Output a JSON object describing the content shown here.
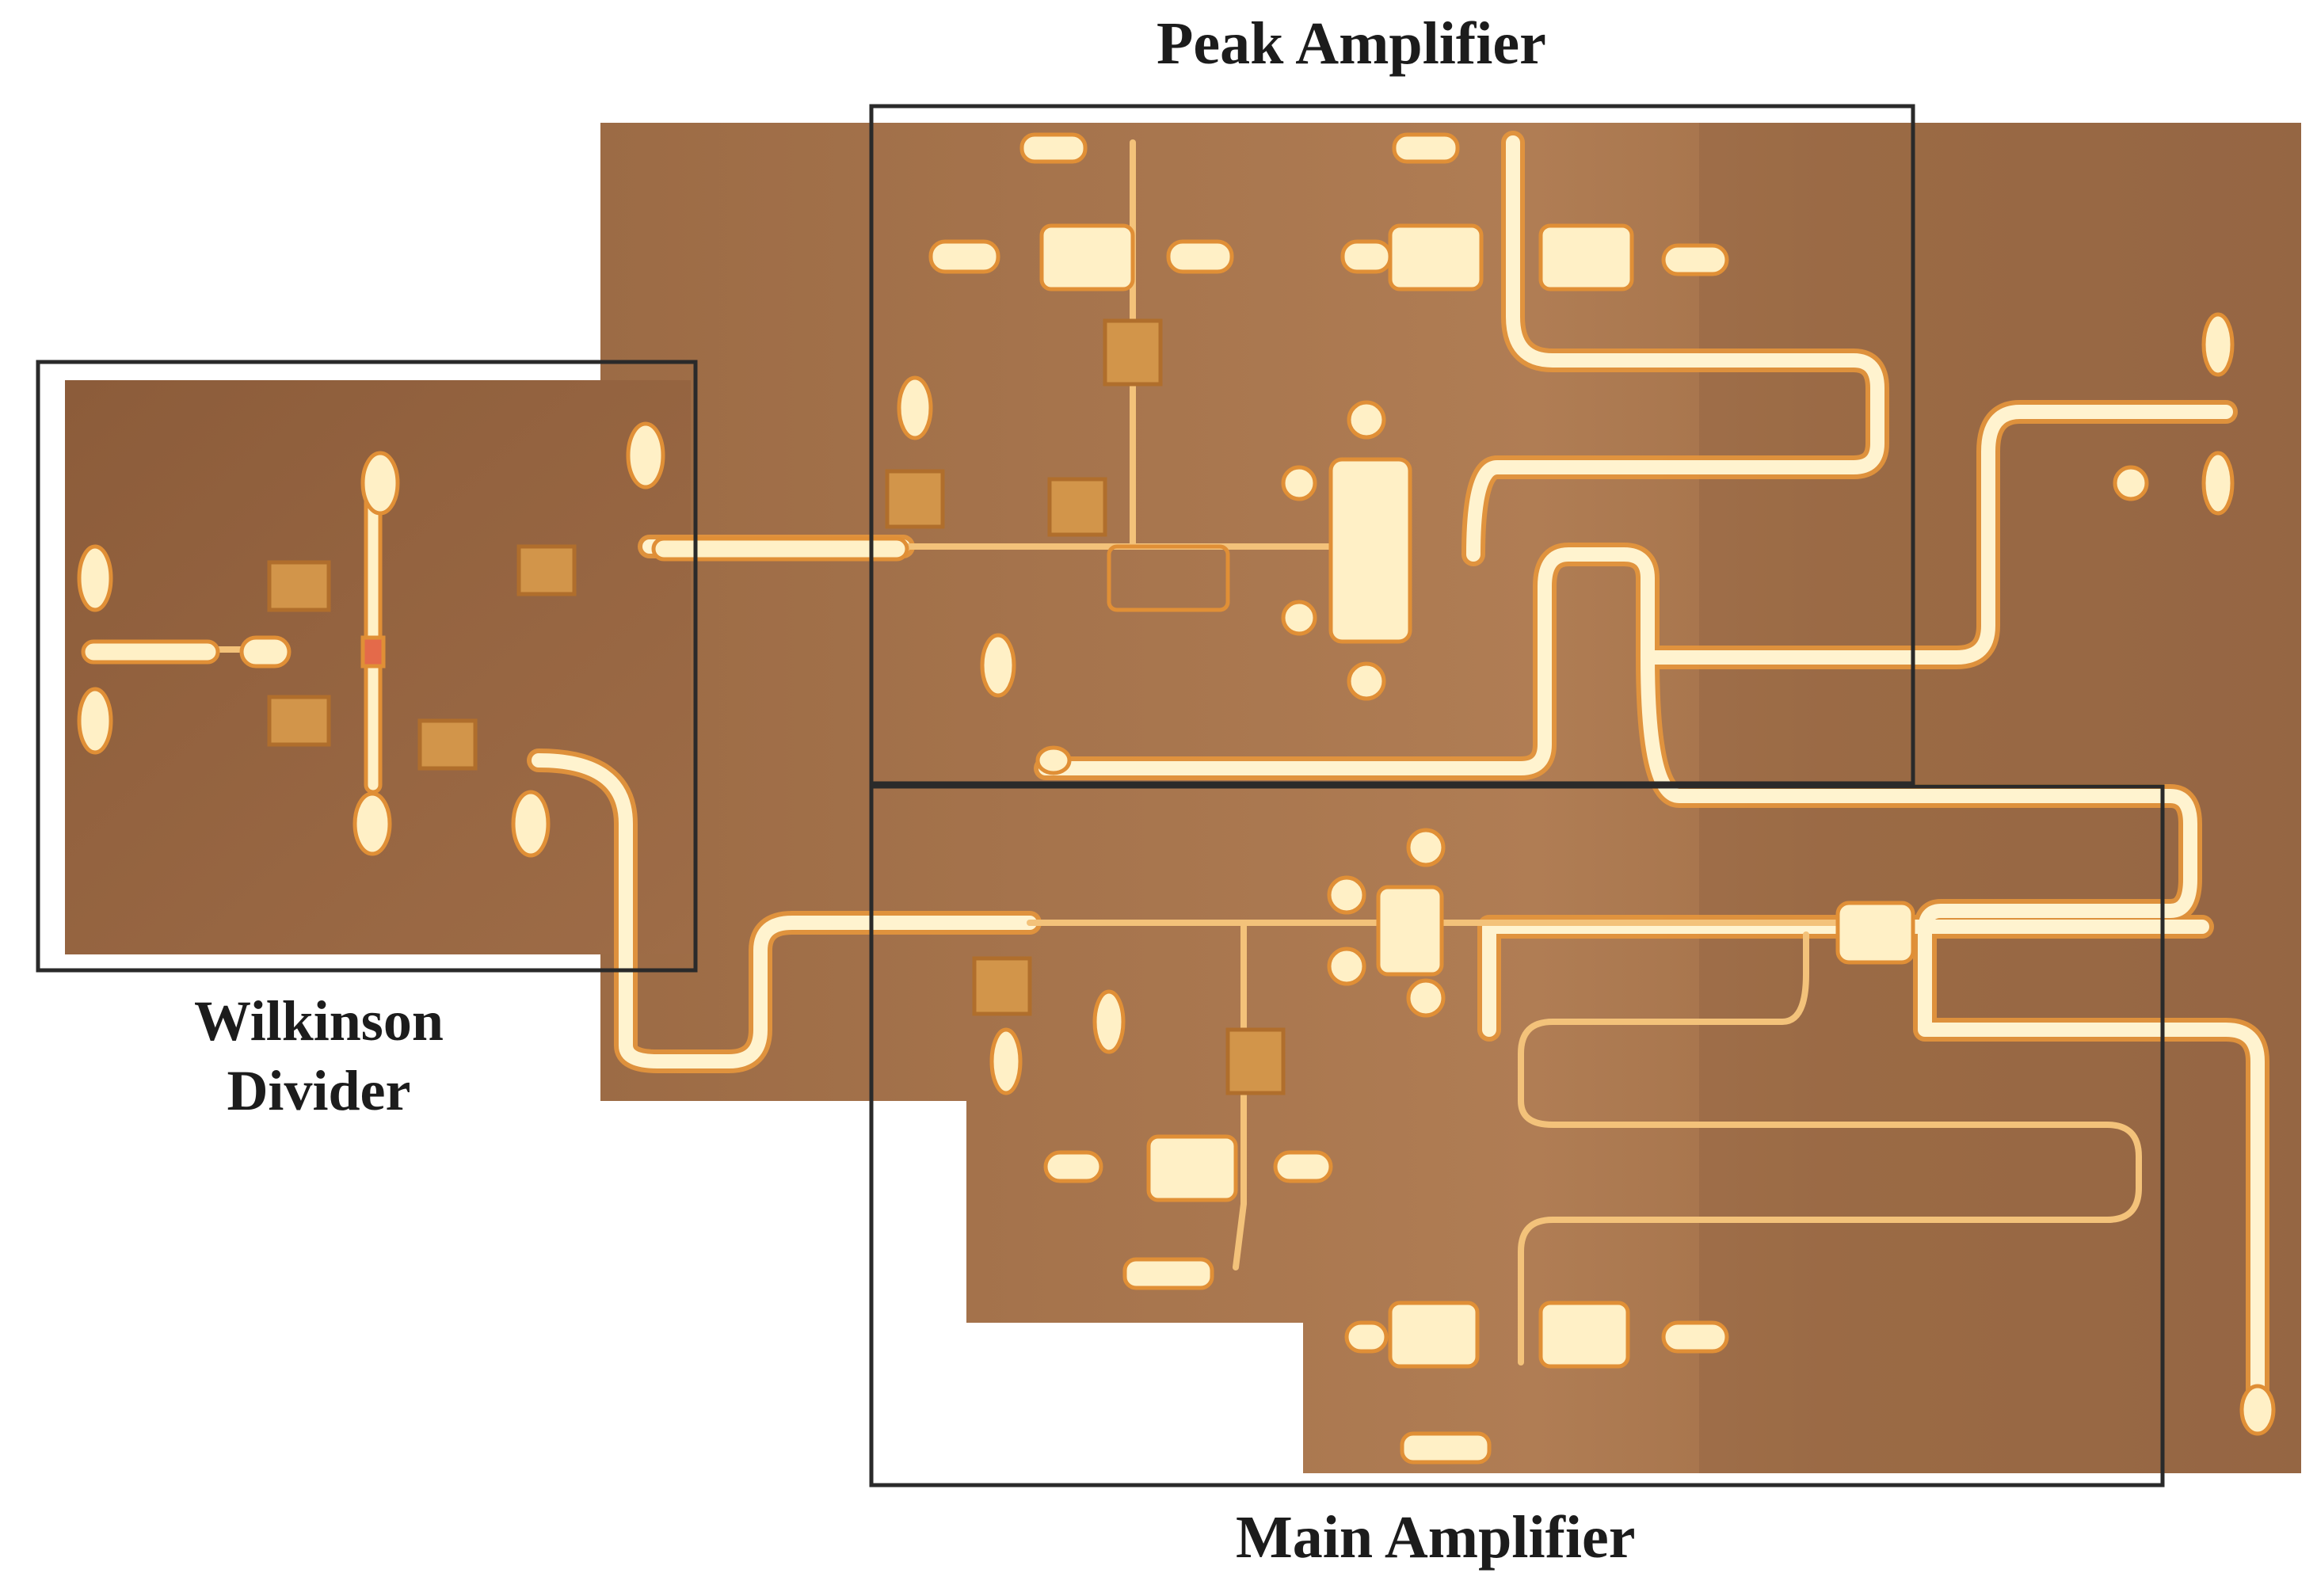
{
  "labels": {
    "peak": "Peak Amplifier",
    "main": "Main Amplifier",
    "wilkinson_line1": "Wilkinson",
    "wilkinson_line2": "Divider"
  },
  "colors": {
    "die_substrate": "#a8764e",
    "die_shadow": "#8f6040",
    "metal_trace": "#fff1c8",
    "metal_edge": "#f0a442",
    "box_outline": "#2a2a2a",
    "label_text": "#1c1c1c"
  }
}
